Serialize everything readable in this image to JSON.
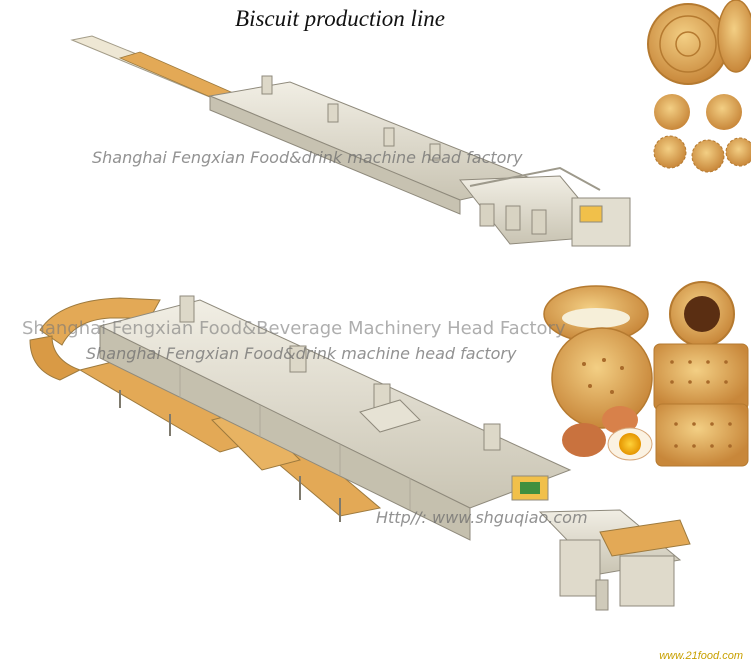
{
  "title": "Biscuit production line",
  "watermarks": {
    "top_line": "Shanghai Fengxian Food&drink machine head factory",
    "bottom_line_big": "Shanghai Fengxian Food&Beverage Machinery Head Factory",
    "bottom_line_small": "Shanghai Fengxian Food&drink machine head factory",
    "url": "Http//: www.shguqiao.com",
    "corner": "www.21food.com"
  },
  "colors": {
    "machine": "#e8e4d8",
    "machine_shadow": "#bdb8a8",
    "conveyor": "#e2a54a",
    "biscuit": "#e5b25a",
    "biscuit_dark": "#c8873a"
  }
}
